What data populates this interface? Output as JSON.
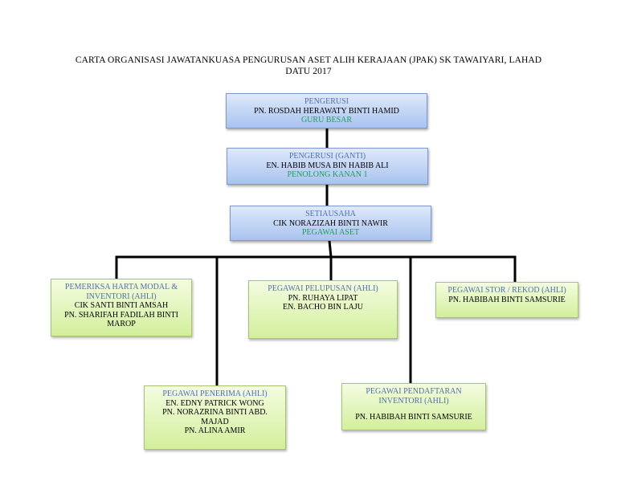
{
  "title": {
    "line1": "CARTA ORGANISASI JAWATANKUASA PENGURUSAN  ASET ALIH KERAJAAN (JPAK) SK TAWAIYARI, LAHAD",
    "line2": "DATU 2017"
  },
  "pengerusi": {
    "role": "PENGERUSI",
    "name": "PN. ROSDAH HERAWATY BINTI HAMID",
    "position": "GURU BESAR"
  },
  "pengerusi_ganti": {
    "role": "PENGERUSI (GANTI)",
    "name": "EN. HABIB MUSA BIN HABIB ALI",
    "position": "PENOLONG KANAN 1"
  },
  "setiausaha": {
    "role": "SETIAUSAHA",
    "name": "CIK NORAZIZAH BINTI NAWIR",
    "position": "PEGAWAI ASET"
  },
  "pemeriksa": {
    "role_line1": "PEMERIKSA HARTA MODAL &",
    "role_line2": "INVENTORI (AHLI)",
    "members": [
      "CIK SANTI BINTI AMSAH",
      "PN. SHARIFAH FADILAH BINTI",
      "MAROP"
    ]
  },
  "pelupusan": {
    "role": "PEGAWAI PELUPUSAN (AHLI)",
    "members": [
      "PN. RUHAYA LIPAT",
      "EN. BACHO BIN LAJU"
    ]
  },
  "stor": {
    "role": "PEGAWAI STOR / REKOD (AHLI)",
    "members": [
      "PN. HABIBAH BINTI SAMSURIE"
    ]
  },
  "penerima": {
    "role": "PEGAWAI PENERIMA (AHLI)",
    "members": [
      "EN. EDNY PATRICK WONG",
      "PN. NORAZRINA BINTI ABD.",
      "MAJAD",
      "PN. ALINA AMIR"
    ]
  },
  "pendaftaran": {
    "role_line1": "PEGAWAI PENDAFTARAN",
    "role_line2": "INVENTORI (AHLI)",
    "members": [
      "PN. HABIBAH BINTI SAMSURIE"
    ]
  }
}
